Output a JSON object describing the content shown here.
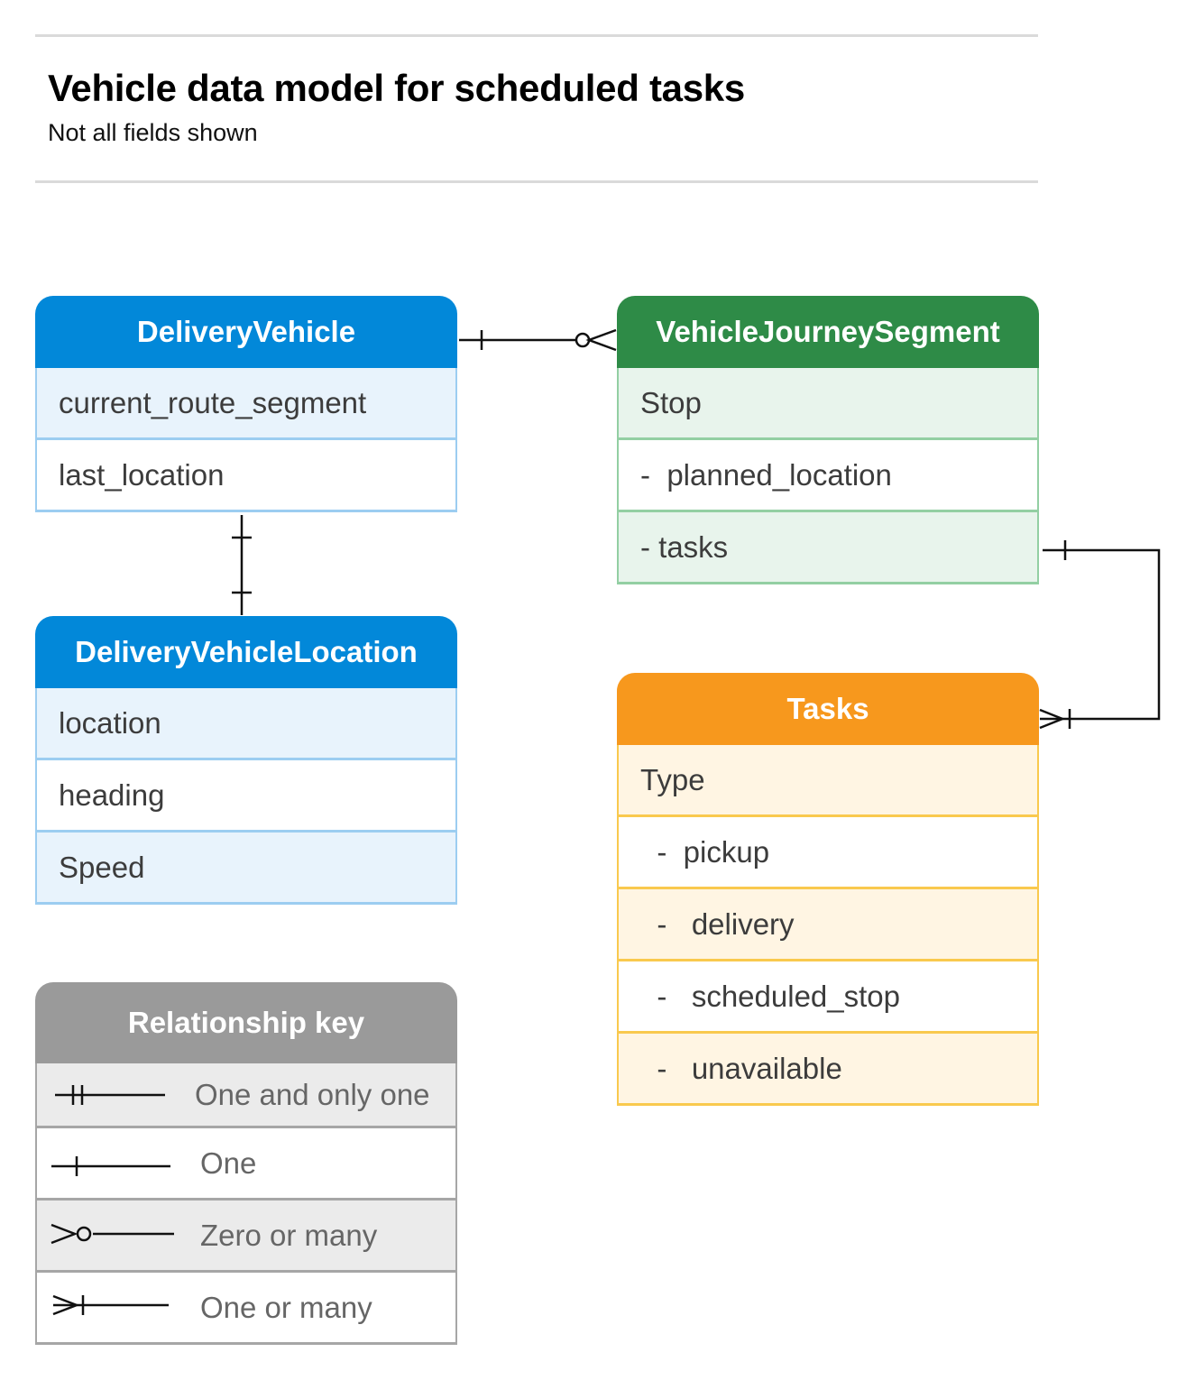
{
  "title": "Vehicle data model for scheduled tasks",
  "subtitle": "Not all fields shown",
  "colors": {
    "blue": "#0288d9",
    "green": "#2e8b47",
    "orange": "#f7981d",
    "grey": "#9a9a9a"
  },
  "entities": {
    "delivery_vehicle": {
      "name": "DeliveryVehicle",
      "fields": [
        "current_route_segment",
        "last_location"
      ]
    },
    "delivery_vehicle_location": {
      "name": "DeliveryVehicleLocation",
      "fields": [
        "location",
        "heading",
        "Speed"
      ]
    },
    "vehicle_journey_segment": {
      "name": "VehicleJourneySegment",
      "fields": [
        "Stop",
        "-  planned_location",
        "- tasks"
      ]
    },
    "tasks": {
      "name": "Tasks",
      "fields": [
        "Type",
        "  -  pickup",
        "  -   delivery",
        "  -   scheduled_stop",
        "  -   unavailable"
      ]
    }
  },
  "relationships": [
    {
      "from": "DeliveryVehicle",
      "to": "VehicleJourneySegment",
      "from_end": "one",
      "to_end": "zero-or-many"
    },
    {
      "from": "DeliveryVehicle",
      "to": "DeliveryVehicleLocation",
      "from_end": "one",
      "to_end": "one"
    },
    {
      "from": "VehicleJourneySegment",
      "to": "Tasks",
      "from_end": "one",
      "to_end": "one-or-many"
    }
  ],
  "key": {
    "title": "Relationship key",
    "items": [
      {
        "symbol": "one-and-only-one",
        "label": "One and only one"
      },
      {
        "symbol": "one",
        "label": "One"
      },
      {
        "symbol": "zero-or-many",
        "label": "Zero or many"
      },
      {
        "symbol": "one-or-many",
        "label": "One or many"
      }
    ]
  }
}
